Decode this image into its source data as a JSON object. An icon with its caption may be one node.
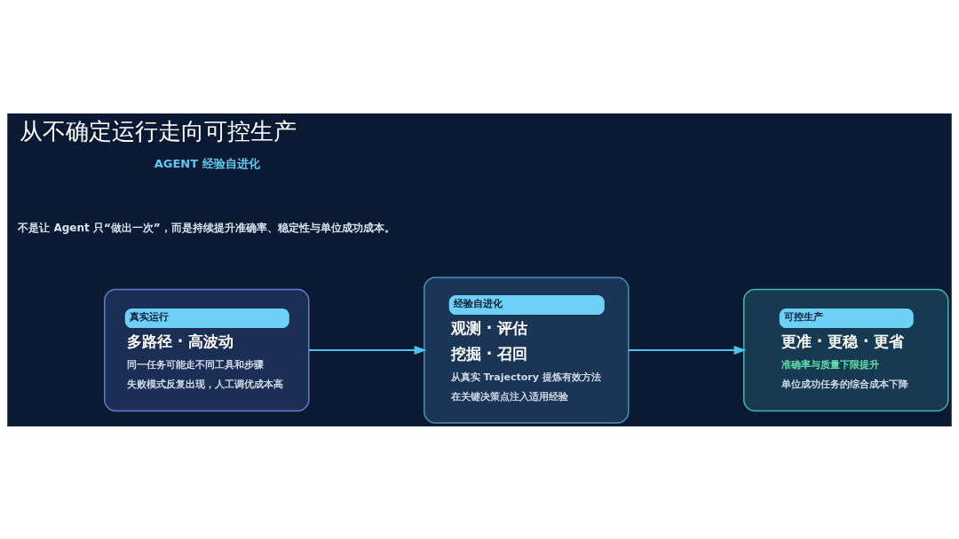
{
  "diagram": {
    "title": "从不确定运行走向可控生产",
    "nodes": [
      {
        "text": [
          "真实运行",
          "多路径 · 高波动",
          "同一任务可能走不同工具和步骤",
          "失败模式反复出现，人工调优成本高"
        ]
      },
      {
        "text": [
          "经验自进化",
          "观测 · 评估",
          "挖掘 · 召回",
          "从真实 Trajectory 提炼有效方法",
          "在关键决策点注入适用经验"
        ]
      },
      {
        "text": [
          "可控生产",
          "更准 · 更稳 · 更省",
          "准确率与质量下限提升",
          "单位成功任务的综合成本下降"
        ]
      }
    ],
    "edges": [
      {
        "from": 0,
        "to": 1,
        "arrow": "to"
      },
      {
        "from": 1,
        "to": 2,
        "arrow": "to"
      }
    ],
    "labels": [
      "AGENT 经验自进化",
      "不是让 Agent 只“做出一次”，而是持续提升准确率、稳定性与单位成功成本。"
    ]
  }
}
